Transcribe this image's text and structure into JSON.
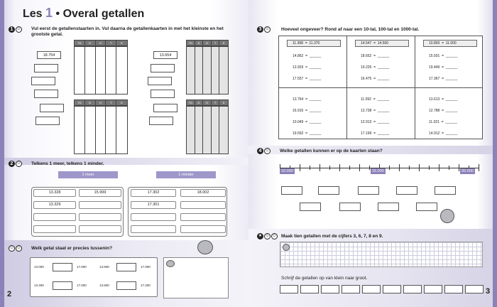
{
  "lesson": {
    "prefix": "Les",
    "number": "1",
    "title": "Overal getallen"
  },
  "page_numbers": {
    "left": "2",
    "right": "3"
  },
  "ex1": {
    "badge": "1",
    "instruction": "Vul eerst de getallenstaarten in. Vul daarna de getallenkaarten in met het kleinste en het grootste getal.",
    "numA": "18.754",
    "numB": "13.654",
    "headers": [
      "TD",
      "D",
      "H",
      "T",
      "E"
    ]
  },
  "ex2": {
    "badge": "2",
    "instruction": "Telkens 1 meer, telkens 1 minder.",
    "more_label": "1 meer",
    "less_label": "1 minder",
    "more_a": [
      "13.328",
      "13.329"
    ],
    "more_b": [
      "15.999"
    ],
    "less_a": [
      "17.302",
      "17.301"
    ],
    "less_b": [
      "18.002"
    ]
  },
  "ex_left": {
    "instruction": "Welk getal staat er precies tussenin?",
    "pairs": [
      [
        "13.000",
        "17.000",
        "13.600",
        "17.000"
      ],
      [
        "13.400",
        "17.000",
        "13.600",
        "17.200"
      ]
    ]
  },
  "ex3": {
    "badge": "3",
    "instruction": "Hoeveel ongeveer? Rond af naar een 10-tal, 100-tal en 1000-tal.",
    "col1": [
      "11.368  =  11.370",
      "14.862  =  ______",
      "13.933  =  ______",
      "17.557  =  ______",
      "13.764  =  ______",
      "16.915  =  ______",
      "10.049  =  ______",
      "19.592  =  ______"
    ],
    "col2": [
      "14.547  =  14.500",
      "18.652  =  ______",
      "19.226  =  ______",
      "16.475  =  ______",
      "11.092  =  ______",
      "13.738  =  ______",
      "12.913  =  ______",
      "17.199  =  ______"
    ],
    "col3": [
      "10.893  =  11.000",
      "15.501  =  ______",
      "19.449  =  ______",
      "17.367  =  ______",
      "13.613  =  ______",
      "12.788  =  ______",
      "11.021  =  ______",
      "14.912  =  ______"
    ]
  },
  "ex4": {
    "badge": "4",
    "instruction": "Welke getallen kunnen er op de kaarten staan?",
    "start": "10.000",
    "mid": "15.000",
    "end": "20.000"
  },
  "ex5": {
    "instruction": "Maak tien getallen met de cijfers 3, 6, 7, 8 en 9.",
    "order_instruction": "Schrijf de getallen op van klein naar groot."
  }
}
